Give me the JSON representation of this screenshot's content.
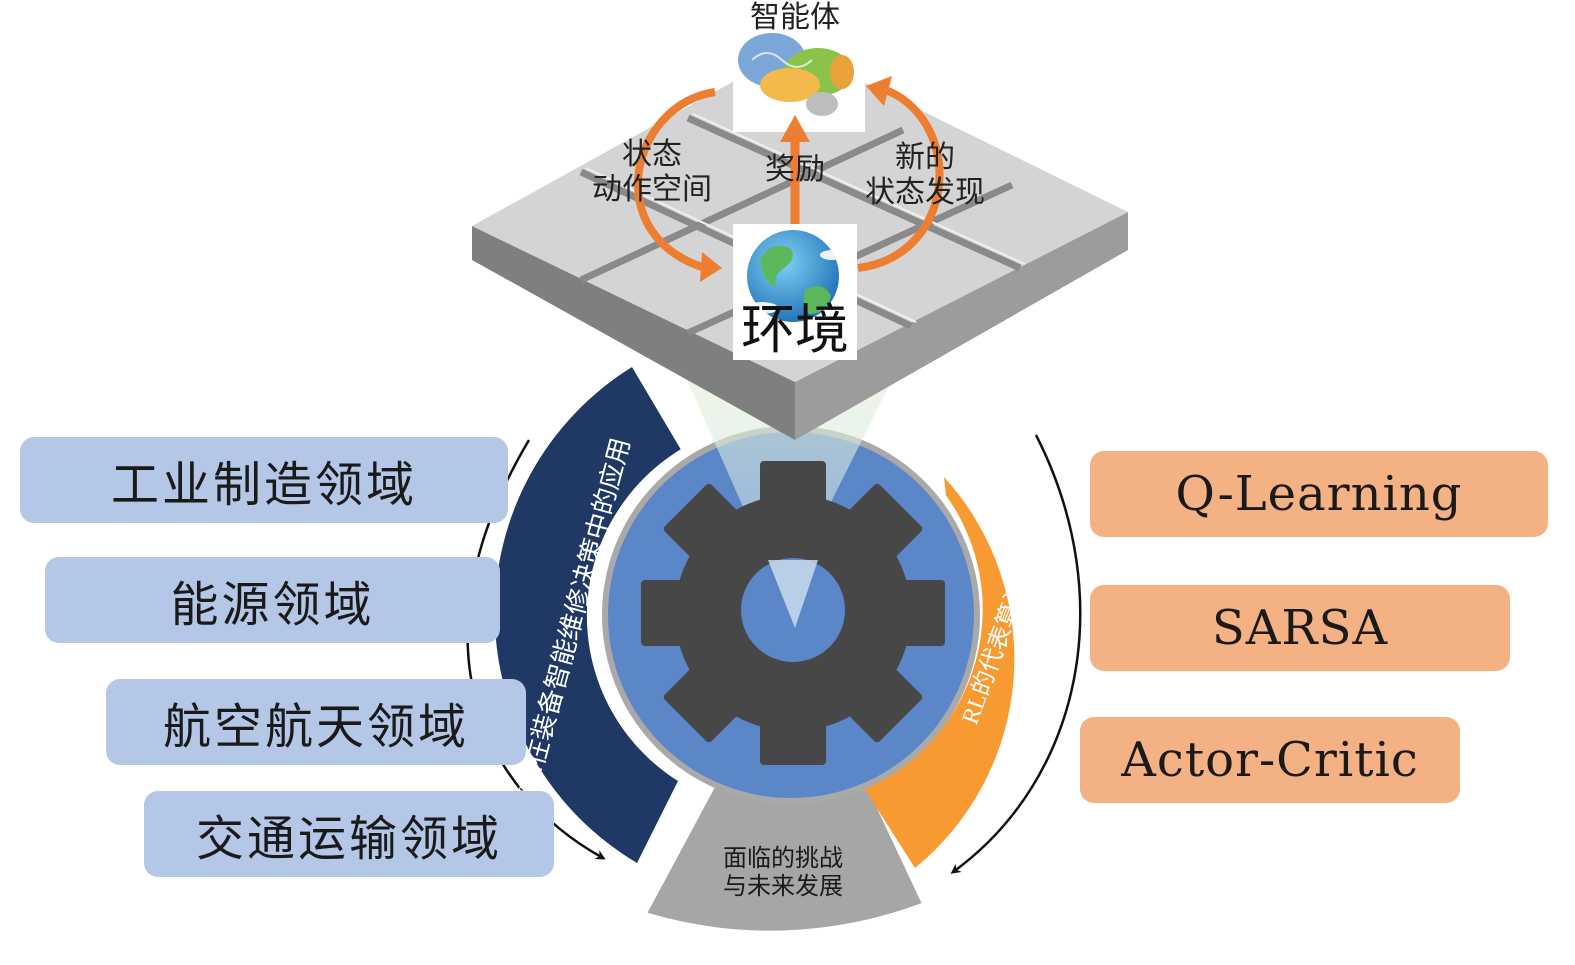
{
  "agent": {
    "label": "智能体"
  },
  "environment": {
    "label": "环境"
  },
  "loop": {
    "left_line1": "状态",
    "left_line2": "动作空间",
    "reward": "奖励",
    "right_line1": "新的",
    "right_line2": "状态发现"
  },
  "ring": {
    "left_arc_text": "RL在装备智能维修决策中的应用",
    "right_arc_text": "RL的代表算法",
    "bottom_line1": "面临的挑战",
    "bottom_line2": "与未来发展"
  },
  "applications": [
    "工业制造领域",
    "能源领域",
    "航空航天领域",
    "交通运输领域"
  ],
  "algorithms": [
    "Q-Learning",
    "SARSA",
    "Actor-Critic"
  ],
  "colors": {
    "navy": "#1f3864",
    "blue_disc": "#5b86c8",
    "orange_arc": "#f79a32",
    "gray_sector": "#a6a6a6",
    "gear": "#4a4a4a",
    "pill_blue": "#b4c7e7",
    "pill_orange": "#f4b183",
    "arrow_orange": "#ed7d31"
  },
  "icons": [
    "brain-icon",
    "earth-globe-icon",
    "gear-icon"
  ]
}
